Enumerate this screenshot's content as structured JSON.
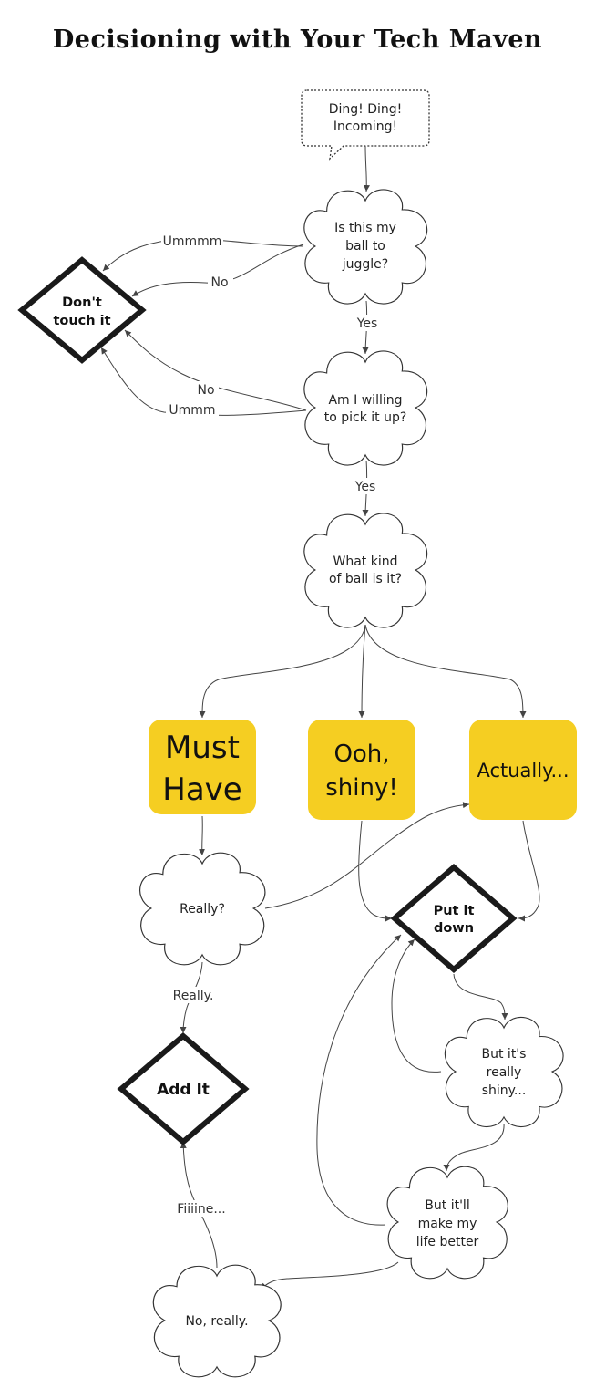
{
  "title": "Decisioning with Your Tech Maven",
  "colors": {
    "accent_box": "#f5ce22",
    "stroke": "#1a1a1a",
    "background": "#ffffff"
  },
  "nodes": {
    "incoming": [
      "Ding! Ding!",
      "Incoming!"
    ],
    "is_my_ball": [
      "Is this my",
      "ball to",
      "juggle?"
    ],
    "willing": [
      "Am I willing",
      "to pick it up?"
    ],
    "kind": [
      "What kind",
      "of ball is it?"
    ],
    "dont_touch": [
      "Don't",
      "touch it"
    ],
    "must_have": [
      "Must",
      "Have"
    ],
    "shiny": [
      "Ooh,",
      "shiny!"
    ],
    "actually": [
      "Actually..."
    ],
    "really_q": [
      "Really?"
    ],
    "put_down": [
      "Put it",
      "down"
    ],
    "add_it": [
      "Add It"
    ],
    "but_shiny": [
      "But it's",
      "really",
      "shiny..."
    ],
    "but_better": [
      "But it'll",
      "make my",
      "life better"
    ],
    "no_really": [
      "No, really."
    ]
  },
  "edge_labels": {
    "ummmm": "Ummmm",
    "no_1": "No",
    "yes_1": "Yes",
    "no_2": "No",
    "ummm": "Ummm",
    "yes_2": "Yes",
    "really": "Really.",
    "fiiiine": "Fiiiine..."
  }
}
